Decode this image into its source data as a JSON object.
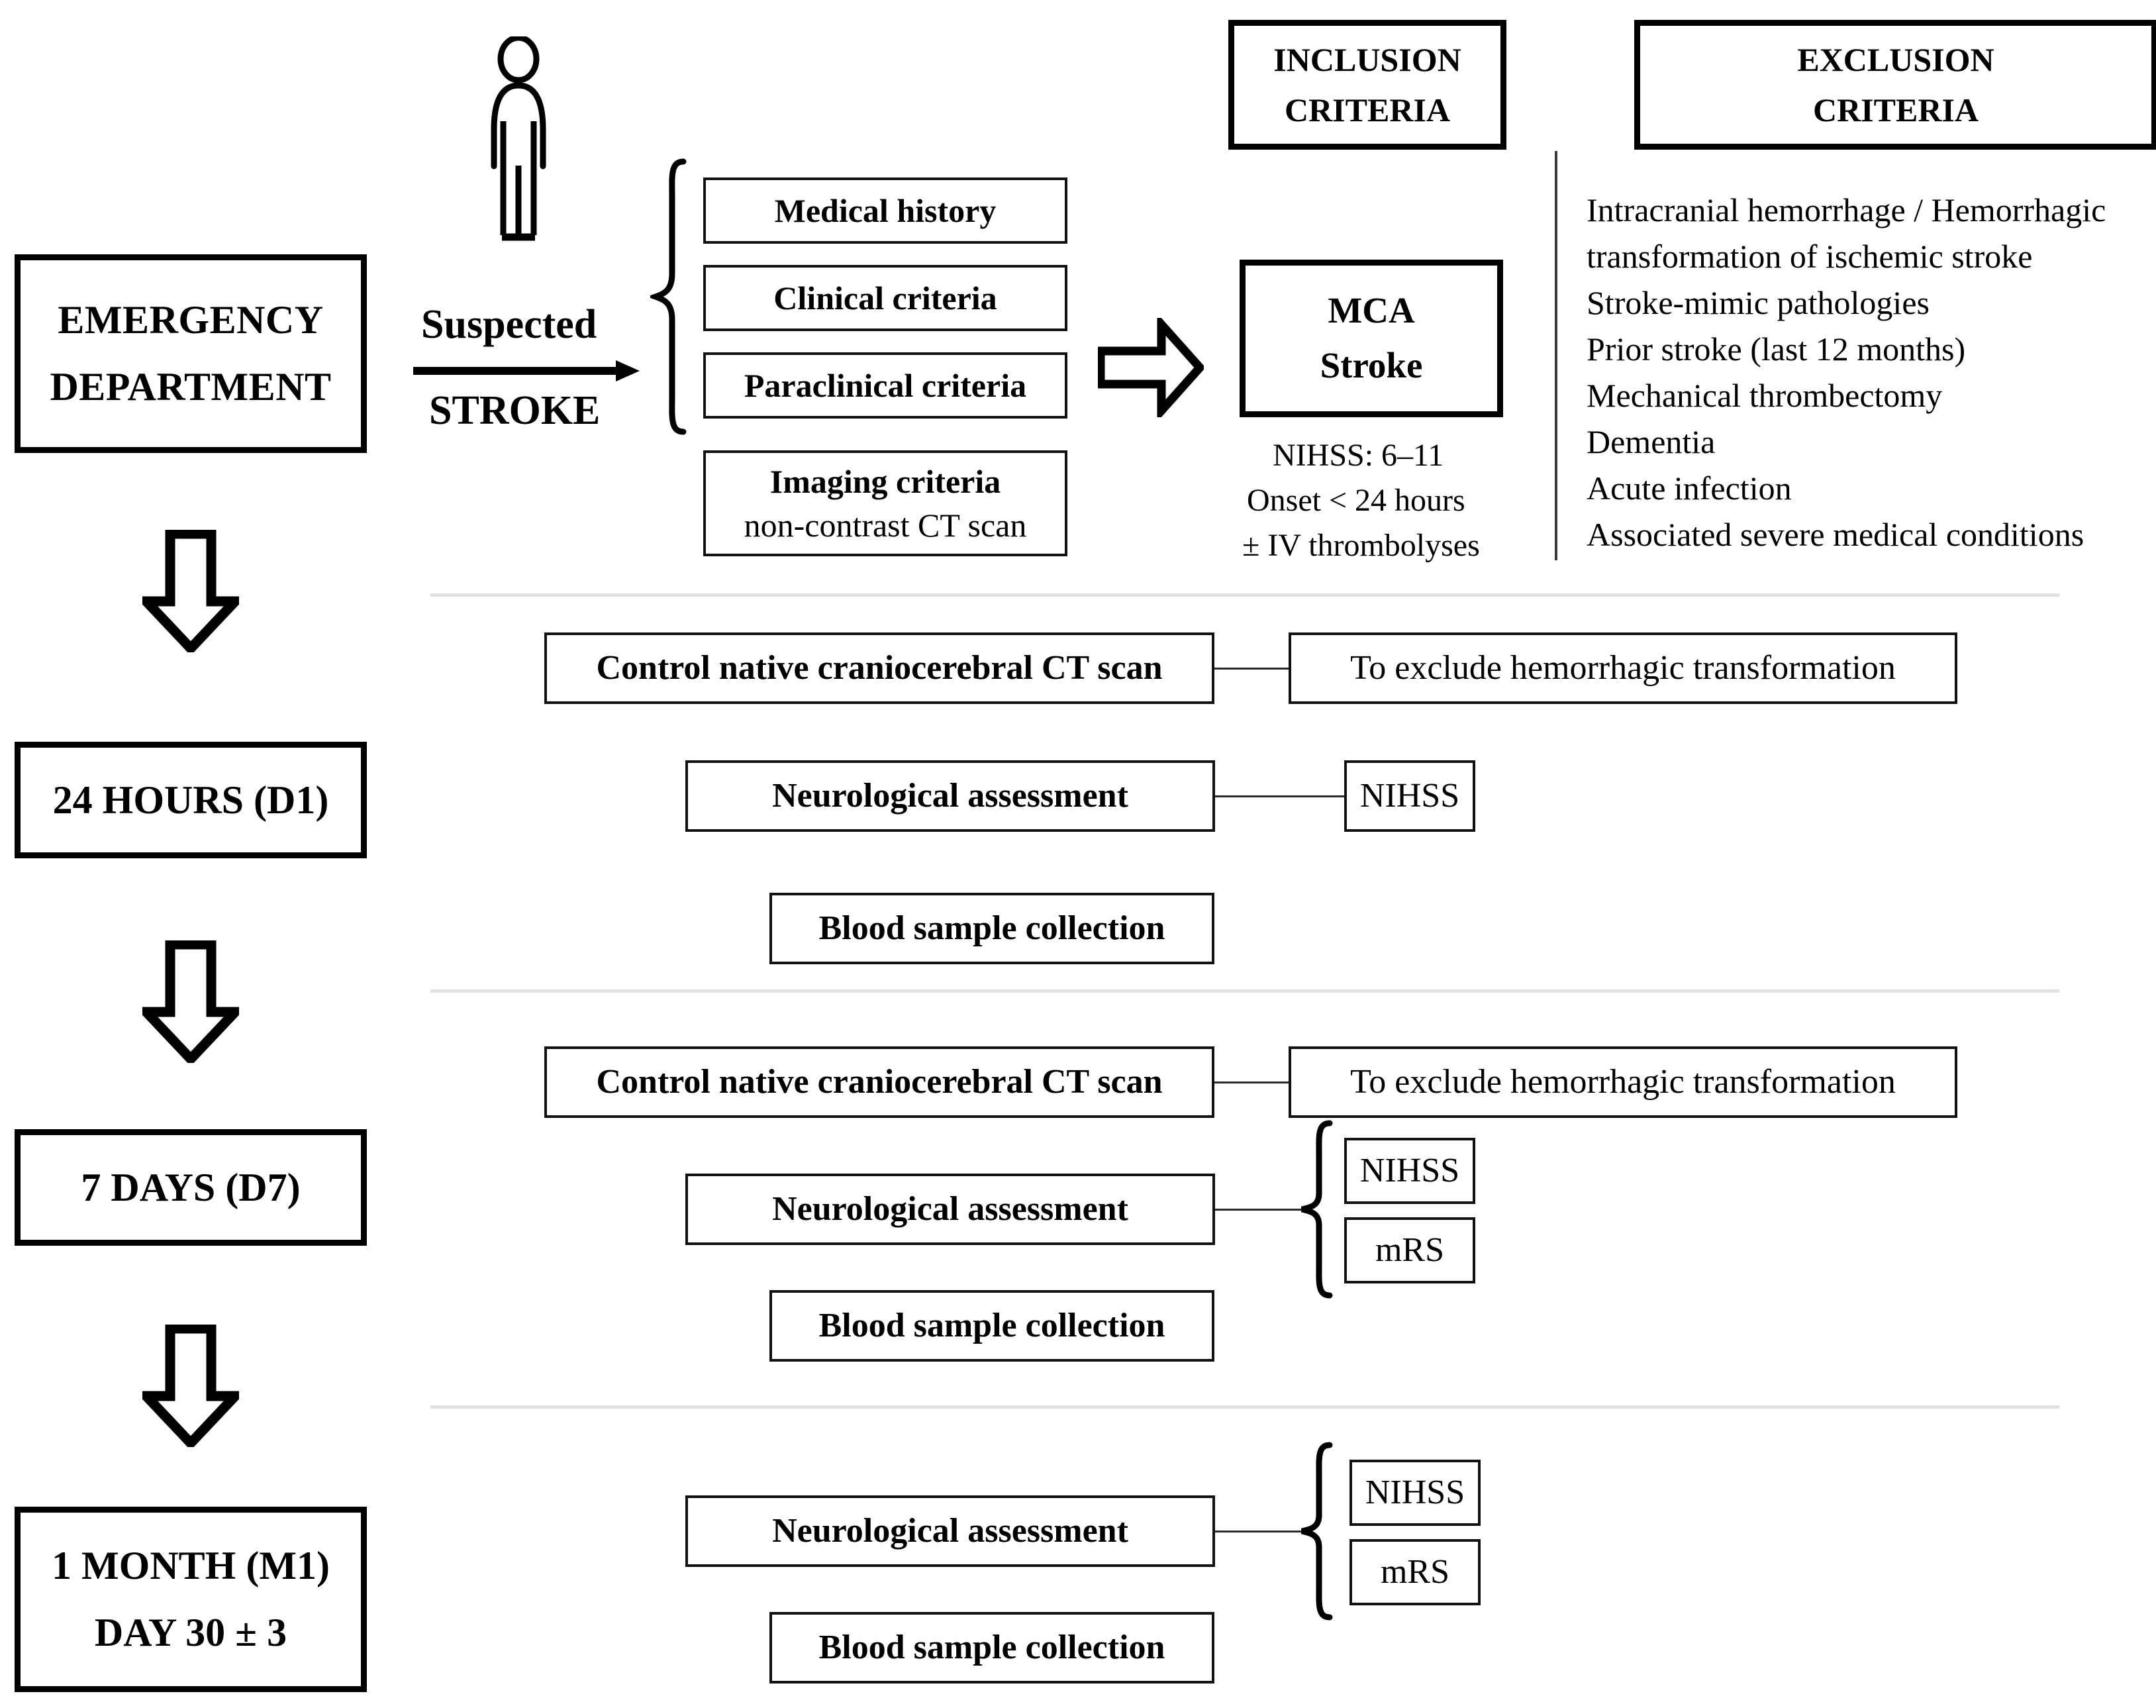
{
  "timeline": [
    {
      "id": "emergency-department",
      "lines": [
        "EMERGENCY",
        "DEPARTMENT"
      ]
    },
    {
      "id": "24-hours-d1",
      "lines": [
        "24 HOURS (D1)"
      ]
    },
    {
      "id": "7-days-d7",
      "lines": [
        "7 DAYS (D7)"
      ]
    },
    {
      "id": "1-month-m1",
      "lines": [
        "1 MONTH (M1)",
        "DAY 30 ± 3"
      ]
    }
  ],
  "patient": {
    "icon": "person-icon",
    "label_line1": "Suspected",
    "label_line2": "STROKE",
    "arrow": "right-arrow-icon"
  },
  "screening": {
    "brace": "left-curly-brace",
    "items": [
      {
        "title": "Medical history",
        "sub": ""
      },
      {
        "title": "Clinical criteria",
        "sub": ""
      },
      {
        "title": "Paraclinical criteria",
        "sub": ""
      },
      {
        "title": "Imaging criteria",
        "sub": "non-contrast CT scan"
      }
    ],
    "block_arrow": "block-right-arrow-icon"
  },
  "inclusion": {
    "header_line1": "INCLUSION",
    "header_line2": "CRITERIA",
    "box_line1": "MCA",
    "box_line2": "Stroke",
    "notes": [
      "NIHSS: 6–11",
      "Onset < 24 hours",
      "± IV thrombolyses"
    ]
  },
  "exclusion": {
    "header_line1": "EXCLUSION",
    "header_line2": "CRITERIA",
    "items": [
      "Intracranial hemorrhage / Hemorrhagic",
      "transformation of ischemic stroke",
      "Stroke-mimic pathologies",
      "Prior stroke (last 12 months)",
      "Mechanical thrombectomy",
      "Dementia",
      "Acute infection",
      "Associated severe medical conditions"
    ]
  },
  "visits": {
    "d1": {
      "ct_scan": "Control native craniocerebral CT scan",
      "ct_purpose": "To exclude hemorrhagic transformation",
      "neuro": "Neurological assessment",
      "scales": [
        "NIHSS"
      ],
      "blood": "Blood sample collection"
    },
    "d7": {
      "ct_scan": "Control native craniocerebral CT scan",
      "ct_purpose": "To exclude hemorrhagic transformation",
      "neuro": "Neurological assessment",
      "scales": [
        "NIHSS",
        "mRS"
      ],
      "blood": "Blood sample collection"
    },
    "m1": {
      "neuro": "Neurological assessment",
      "scales": [
        "NIHSS",
        "mRS"
      ],
      "blood": "Blood sample collection"
    }
  },
  "colors": {
    "ink": "#000000",
    "rule": "#2b2b2b",
    "divider": "#e2e2e2",
    "background": "#ffffff"
  }
}
